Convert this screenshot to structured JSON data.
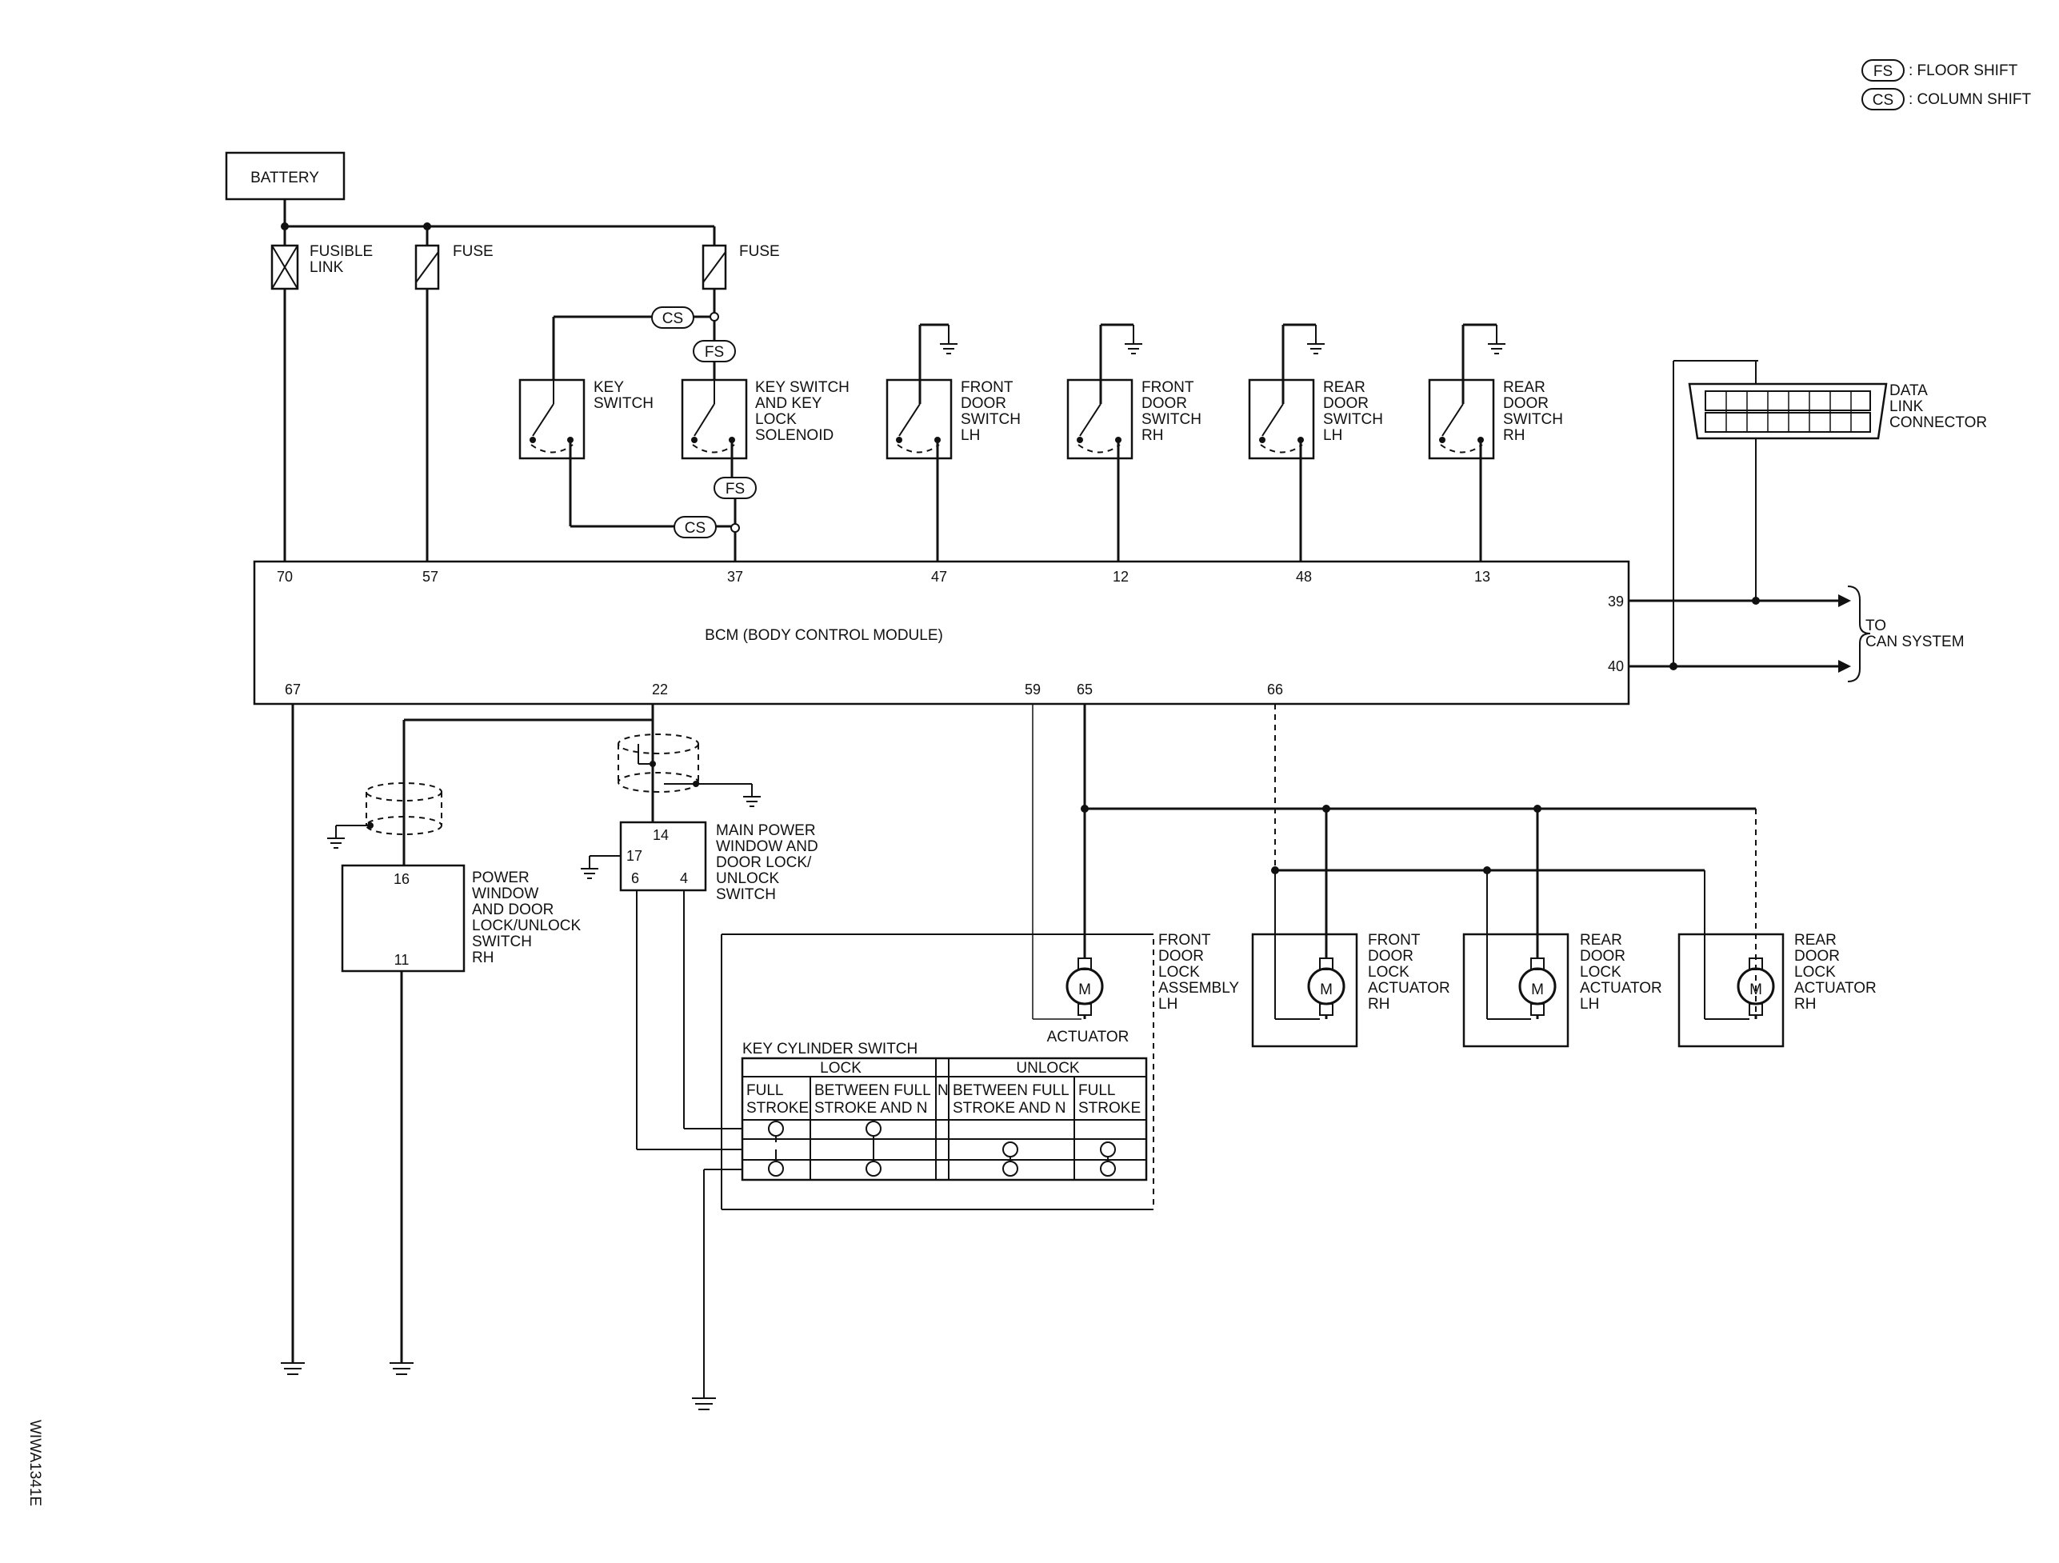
{
  "legend": [
    {
      "code": "FS",
      "text": ": FLOOR SHIFT"
    },
    {
      "code": "CS",
      "text": ": COLUMN SHIFT"
    }
  ],
  "labels": {
    "battery": "BATTERY",
    "fusible_link": [
      "FUSIBLE",
      "LINK"
    ],
    "fuse1": "FUSE",
    "fuse2": "FUSE",
    "key_switch": [
      "KEY",
      "SWITCH"
    ],
    "key_switch_lock": [
      "KEY SWITCH",
      "AND KEY",
      "LOCK",
      "SOLENOID"
    ],
    "front_door_switch_lh": [
      "FRONT",
      "DOOR",
      "SWITCH",
      "LH"
    ],
    "front_door_switch_rh": [
      "FRONT",
      "DOOR",
      "SWITCH",
      "RH"
    ],
    "rear_door_switch_lh": [
      "REAR",
      "DOOR",
      "SWITCH",
      "LH"
    ],
    "rear_door_switch_rh": [
      "REAR",
      "DOOR",
      "SWITCH",
      "RH"
    ],
    "data_link_connector": [
      "DATA",
      "LINK",
      "CONNECTOR"
    ],
    "bcm": "BCM (BODY CONTROL MODULE)",
    "to_can": [
      "TO",
      "CAN SYSTEM"
    ],
    "pw_switch_rh": [
      "POWER",
      "WINDOW",
      "AND DOOR",
      "LOCK/UNLOCK",
      "SWITCH",
      "RH"
    ],
    "main_pw_switch": [
      "MAIN POWER",
      "WINDOW AND",
      "DOOR LOCK/",
      "UNLOCK",
      "SWITCH"
    ],
    "front_door_lock_assy_lh": [
      "FRONT",
      "DOOR",
      "LOCK",
      "ASSEMBLY",
      "LH"
    ],
    "actuator": "ACTUATOR",
    "front_door_lock_act_rh": [
      "FRONT",
      "DOOR",
      "LOCK",
      "ACTUATOR",
      "RH"
    ],
    "rear_door_lock_act_lh": [
      "REAR",
      "DOOR",
      "LOCK",
      "ACTUATOR",
      "LH"
    ],
    "rear_door_lock_act_rh": [
      "REAR",
      "DOOR",
      "LOCK",
      "ACTUATOR",
      "RH"
    ],
    "motor": "M",
    "cs": "CS",
    "fs": "FS",
    "diagram_id": "WIWA1341E"
  },
  "bcm_pins": {
    "p70": "70",
    "p57": "57",
    "p37": "37",
    "p47": "47",
    "p12": "12",
    "p48": "48",
    "p13": "13",
    "p39": "39",
    "p40": "40",
    "p67": "67",
    "p22": "22",
    "p59": "59",
    "p65": "65",
    "p66": "66"
  },
  "pw_rh_pins": {
    "p16": "16",
    "p11": "11"
  },
  "main_pw_pins": {
    "p14": "14",
    "p17": "17",
    "p6": "6",
    "p4": "4"
  },
  "key_cylinder": {
    "title": "KEY CYLINDER SWITCH",
    "lock": "LOCK",
    "unlock": "UNLOCK",
    "col1": [
      "FULL",
      "STROKE"
    ],
    "col2": [
      "BETWEEN FULL",
      "STROKE AND N"
    ],
    "n": "N",
    "col3": [
      "BETWEEN FULL",
      "STROKE AND N"
    ],
    "col4": [
      "FULL",
      "STROKE"
    ]
  }
}
